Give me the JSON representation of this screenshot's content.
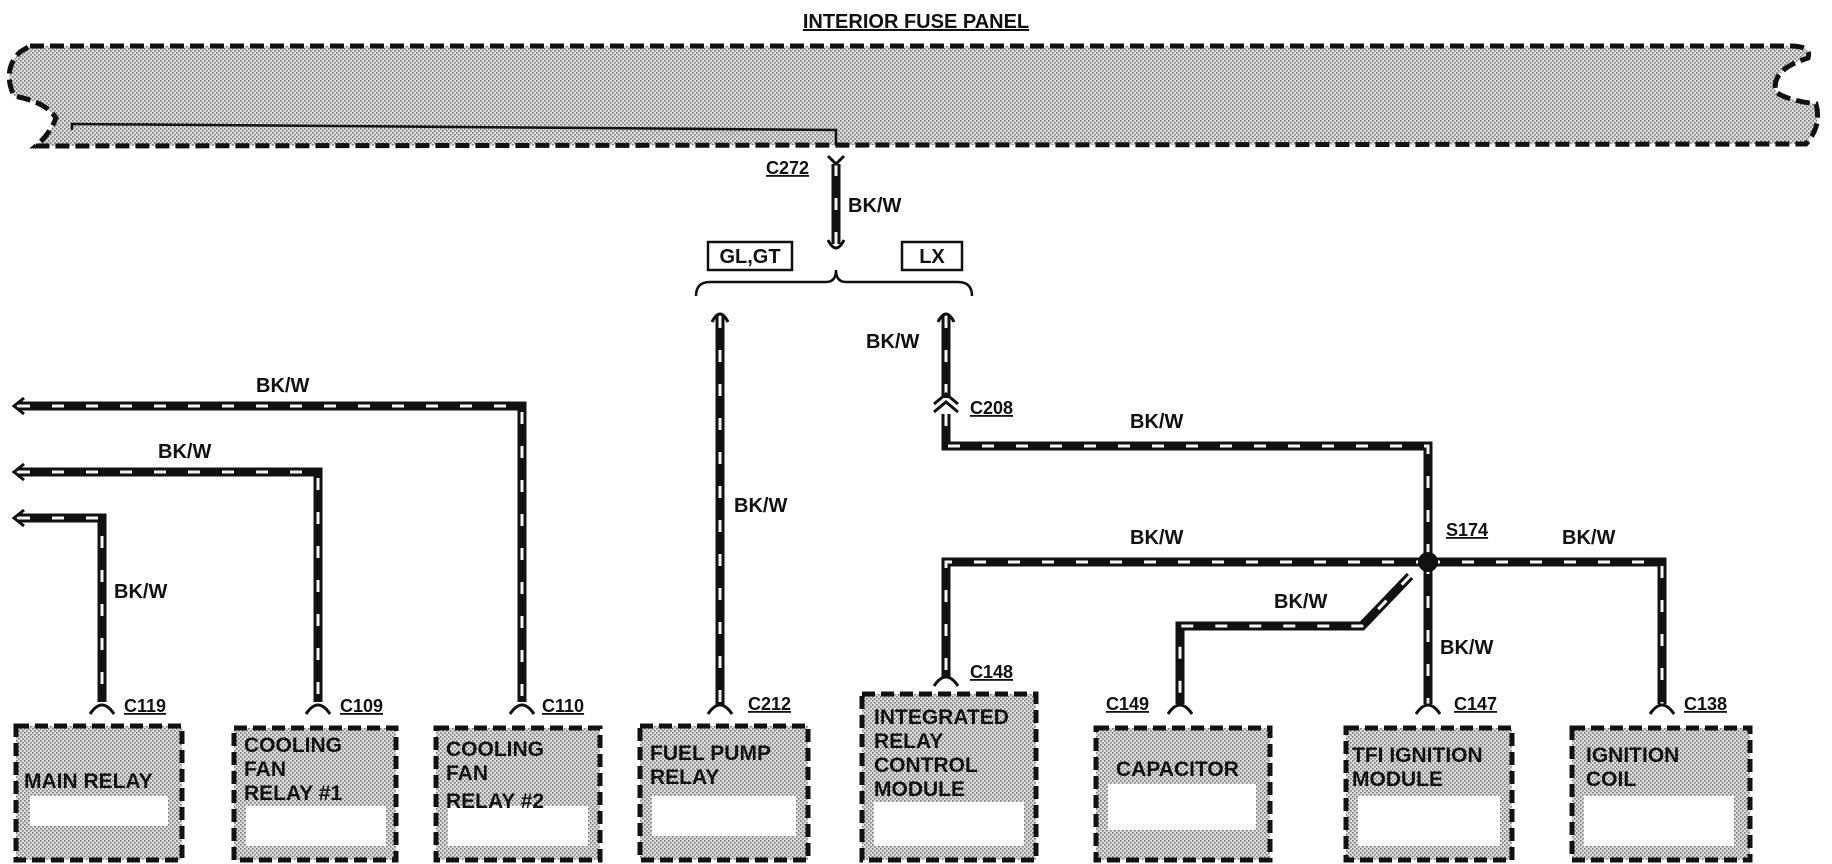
{
  "panel": {
    "title": "INTERIOR FUSE PANEL"
  },
  "wire_color": "BK/W",
  "variants": {
    "left": "GL,GT",
    "right": "LX"
  },
  "connectors": {
    "c272": "C272",
    "c208": "C208",
    "s174": "S174",
    "c119": "C119",
    "c109": "C109",
    "c110": "C110",
    "c212": "C212",
    "c148": "C148",
    "c149": "C149",
    "c147": "C147",
    "c138": "C138"
  },
  "components": [
    {
      "id": "main-relay",
      "lines": [
        "MAIN RELAY"
      ]
    },
    {
      "id": "cooling-fan-relay-1",
      "lines": [
        "COOLING",
        "FAN",
        "RELAY #1"
      ]
    },
    {
      "id": "cooling-fan-relay-2",
      "lines": [
        "COOLING",
        "FAN",
        "RELAY #2"
      ]
    },
    {
      "id": "fuel-pump-relay",
      "lines": [
        "FUEL PUMP",
        "RELAY"
      ]
    },
    {
      "id": "integrated-relay-control-module",
      "lines": [
        "INTEGRATED",
        "RELAY",
        "CONTROL",
        "MODULE"
      ]
    },
    {
      "id": "capacitor",
      "lines": [
        "CAPACITOR"
      ]
    },
    {
      "id": "tfi-ignition-module",
      "lines": [
        "TFI IGNITION",
        "MODULE"
      ]
    },
    {
      "id": "ignition-coil",
      "lines": [
        "IGNITION",
        "COIL"
      ]
    }
  ],
  "colors": {
    "wire": "#111111",
    "stipple": "#9a9a9a",
    "background": "#ffffff"
  }
}
